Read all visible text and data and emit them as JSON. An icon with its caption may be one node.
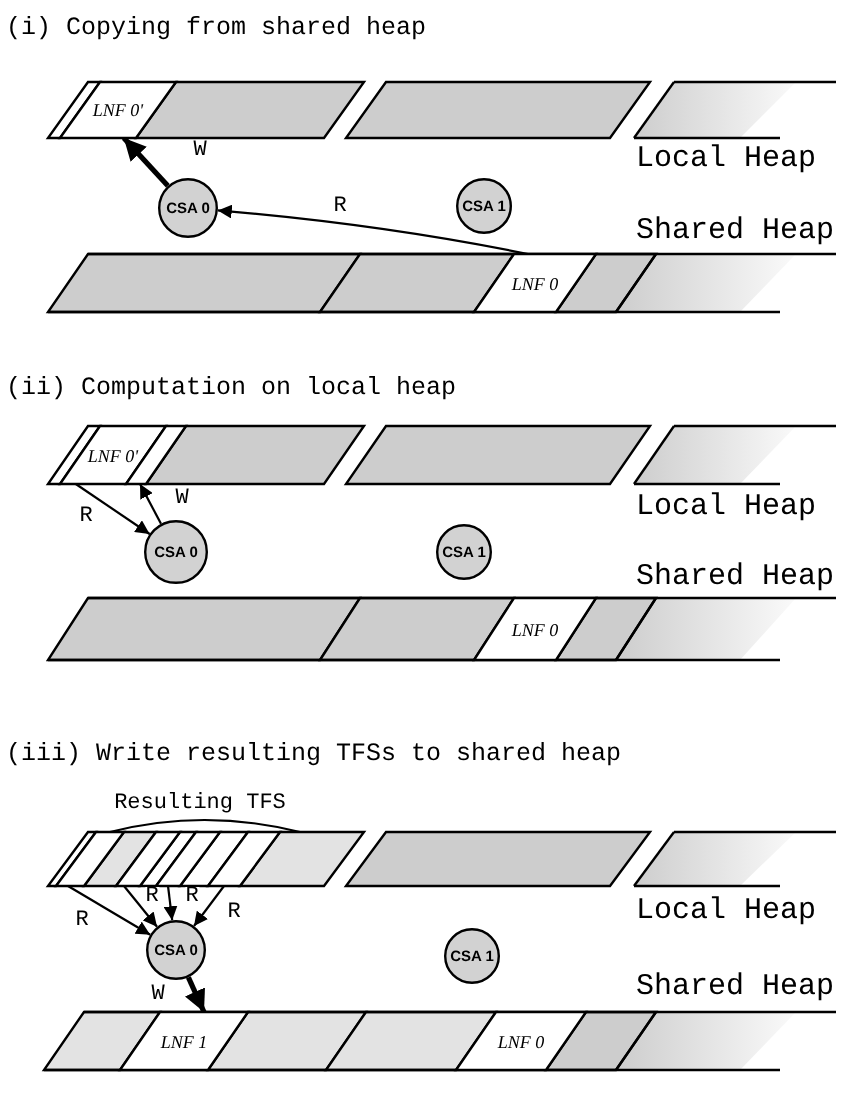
{
  "diagram": {
    "nodes": [
      {
        "text": [
          "LNF 0'"
        ]
      },
      {
        "text": [
          "CSA 0"
        ]
      },
      {
        "text": [
          "CSA 1"
        ]
      },
      {
        "text": [
          "LNF 0"
        ]
      },
      {
        "text": [
          "LNF 0'"
        ]
      },
      {
        "text": [],
        "shape": "parallelogram"
      },
      {
        "text": [
          "CSA 0"
        ]
      },
      {
        "text": [
          "CSA 1"
        ]
      },
      {
        "text": [
          "LNF 0"
        ]
      },
      {
        "text": [],
        "shape": "parallelogram"
      },
      {
        "text": [],
        "shape": "parallelogram"
      },
      {
        "text": [],
        "shape": "parallelogram"
      },
      {
        "text": [],
        "shape": "parallelogram"
      },
      {
        "text": [
          "CSA 0"
        ]
      },
      {
        "text": [
          "CSA 1"
        ]
      },
      {
        "text": [
          "LNF 1"
        ]
      },
      {
        "text": [
          "LNF 0"
        ]
      }
    ],
    "edges": [
      {
        "from": 1,
        "to": 0,
        "arrow": "to",
        "label": "W",
        "style": "thick"
      },
      {
        "from": 3,
        "to": 1,
        "arrow": "to",
        "label": "R"
      },
      {
        "from": 4,
        "to": 6,
        "arrow": "to",
        "label": "R"
      },
      {
        "from": 6,
        "to": 5,
        "arrow": "to",
        "label": "W"
      },
      {
        "from": 9,
        "to": 13,
        "arrow": "to",
        "label": "R"
      },
      {
        "from": 10,
        "to": 13,
        "arrow": "to",
        "label": "R"
      },
      {
        "from": 11,
        "to": 13,
        "arrow": "to",
        "label": "R"
      },
      {
        "from": 12,
        "to": 13,
        "arrow": "to",
        "label": "R"
      },
      {
        "from": 13,
        "to": 15,
        "arrow": "to",
        "label": "W",
        "style": "thick"
      }
    ],
    "labels": [
      "(i) Copying from shared heap",
      "Local Heap",
      "Shared Heap",
      "(ii) Computation on local heap",
      "Local Heap",
      "Shared Heap",
      "(iii) Write resulting TFSs to shared heap",
      "Resulting TFS",
      "Local Heap",
      "Shared Heap"
    ]
  }
}
